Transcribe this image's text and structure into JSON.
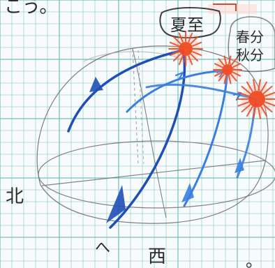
{
  "labels": {
    "top_fragment": "こう。",
    "summer_solstice": "夏至",
    "equinox_spring": "春分",
    "equinox_autumn": "秋分",
    "north": "北",
    "west": "西",
    "bottom_mark": "へ",
    "bottom_right_dot": "。"
  },
  "colors": {
    "paper_bg": "#f7fbfb",
    "grid": "#7fc4c4",
    "grid_major": "#6ab6b6",
    "pencil": "#6f6f6f",
    "blue_dark": "#1f4fb6",
    "blue_light": "#3a7ee0",
    "sun_red": "#ef4a23",
    "sun_glow": "#ff9a7a",
    "top_red": "#d44b33"
  },
  "icons": {
    "sun_top": "sun-icon",
    "sun_mid": "sun-icon",
    "sun_right": "sun-icon"
  }
}
